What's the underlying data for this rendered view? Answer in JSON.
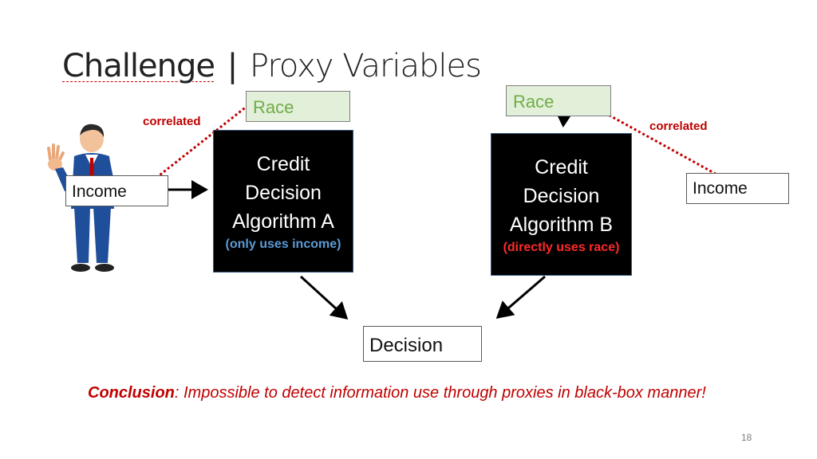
{
  "slide": {
    "title_strong": "Challenge",
    "title_sep": "|",
    "title_light": "Proxy Variables",
    "page_number": "18"
  },
  "left": {
    "race_label": "Race",
    "correlated_label": "correlated",
    "income_label": "Income",
    "algorithm": {
      "line1": "Credit",
      "line2": "Decision",
      "line3": "Algorithm A",
      "note": "(only uses income)"
    }
  },
  "right": {
    "race_label": "Race",
    "correlated_label": "correlated",
    "income_label": "Income",
    "algorithm": {
      "line1": "Credit",
      "line2": "Decision",
      "line3": "Algorithm B",
      "note": "(directly uses race)"
    }
  },
  "decision_label": "Decision",
  "conclusion": {
    "lead": "Conclusion",
    "text": ": Impossible to detect information use through proxies in black-box manner!"
  },
  "colors": {
    "race_text": "#70ad47",
    "race_fill": "#e2efd9",
    "correlated": "#c00000",
    "note_a": "#5b9bd5",
    "note_b": "#ff2a2a"
  }
}
